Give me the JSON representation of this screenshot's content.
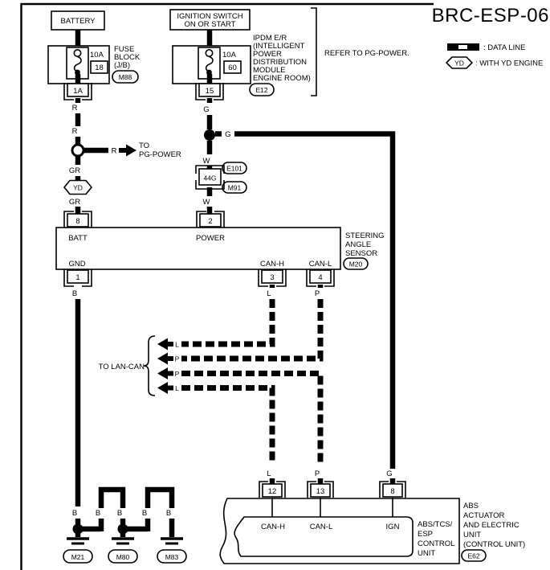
{
  "title": "BRC-ESP-06",
  "legend": {
    "data_line": ": DATA LINE",
    "yd": "YD",
    "with_yd": ": WITH YD ENGINE"
  },
  "refer": "REFER TO PG-POWER.",
  "battery": {
    "label": "BATTERY",
    "fuse_amp": "10A",
    "fuse_no": "18",
    "pin": "1A",
    "block1": "FUSE",
    "block2": "BLOCK",
    "block3": "(J/B)",
    "connector": "M88"
  },
  "ignition": {
    "line1": "IGNITION SWITCH",
    "line2": "ON OR START",
    "fuse_amp": "10A",
    "fuse_no": "60",
    "pin": "15",
    "ipdm1": "IPDM E/R",
    "ipdm2": "(INTELLIGENT",
    "ipdm3": "POWER",
    "ipdm4": "DISTRIBUTION",
    "ipdm5": "MODULE",
    "ipdm6": "ENGINE ROOM)",
    "connector": "E12"
  },
  "pg": {
    "r": "R",
    "to1": "TO",
    "to2": "PG-POWER"
  },
  "pass": {
    "label": "44G",
    "top": "E101",
    "bottom": "M91"
  },
  "wires": {
    "r1": "R",
    "r2": "R",
    "gr1": "GR",
    "gr2": "GR",
    "yd": "YD",
    "g1": "G",
    "g2": "G",
    "g3": "G",
    "w1": "W",
    "w2": "W",
    "b1": "B",
    "b2": "B",
    "b3": "B",
    "b4": "B",
    "b5": "B",
    "b6": "B",
    "l1": "L",
    "l2": "L",
    "l3": "L",
    "l4": "L",
    "p1": "P",
    "p2": "P",
    "p3": "P",
    "p4": "P"
  },
  "sensor": {
    "pin8": "8",
    "pin2": "2",
    "pin1": "1",
    "pin3": "3",
    "pin4": "4",
    "batt": "BATT",
    "power": "POWER",
    "gnd": "GND",
    "canh": "CAN-H",
    "canl": "CAN-L",
    "name1": "STEERING",
    "name2": "ANGLE",
    "name3": "SENSOR",
    "connector": "M20"
  },
  "lan": {
    "label": "TO LAN-CAN"
  },
  "abs": {
    "pin12": "12",
    "pin13": "13",
    "pin8": "8",
    "canh": "CAN-H",
    "canl": "CAN-L",
    "ign": "IGN",
    "inner1": "ABS/TCS/",
    "inner2": "ESP",
    "inner3": "CONTROL",
    "inner4": "UNIT",
    "outer1": "ABS",
    "outer2": "ACTUATOR",
    "outer3": "AND ELECTRIC",
    "outer4": "UNIT",
    "outer5": "(CONTROL UNIT)",
    "connector": "E62"
  },
  "grounds": {
    "g1": "M21",
    "g2": "M80",
    "g3": "M83"
  }
}
